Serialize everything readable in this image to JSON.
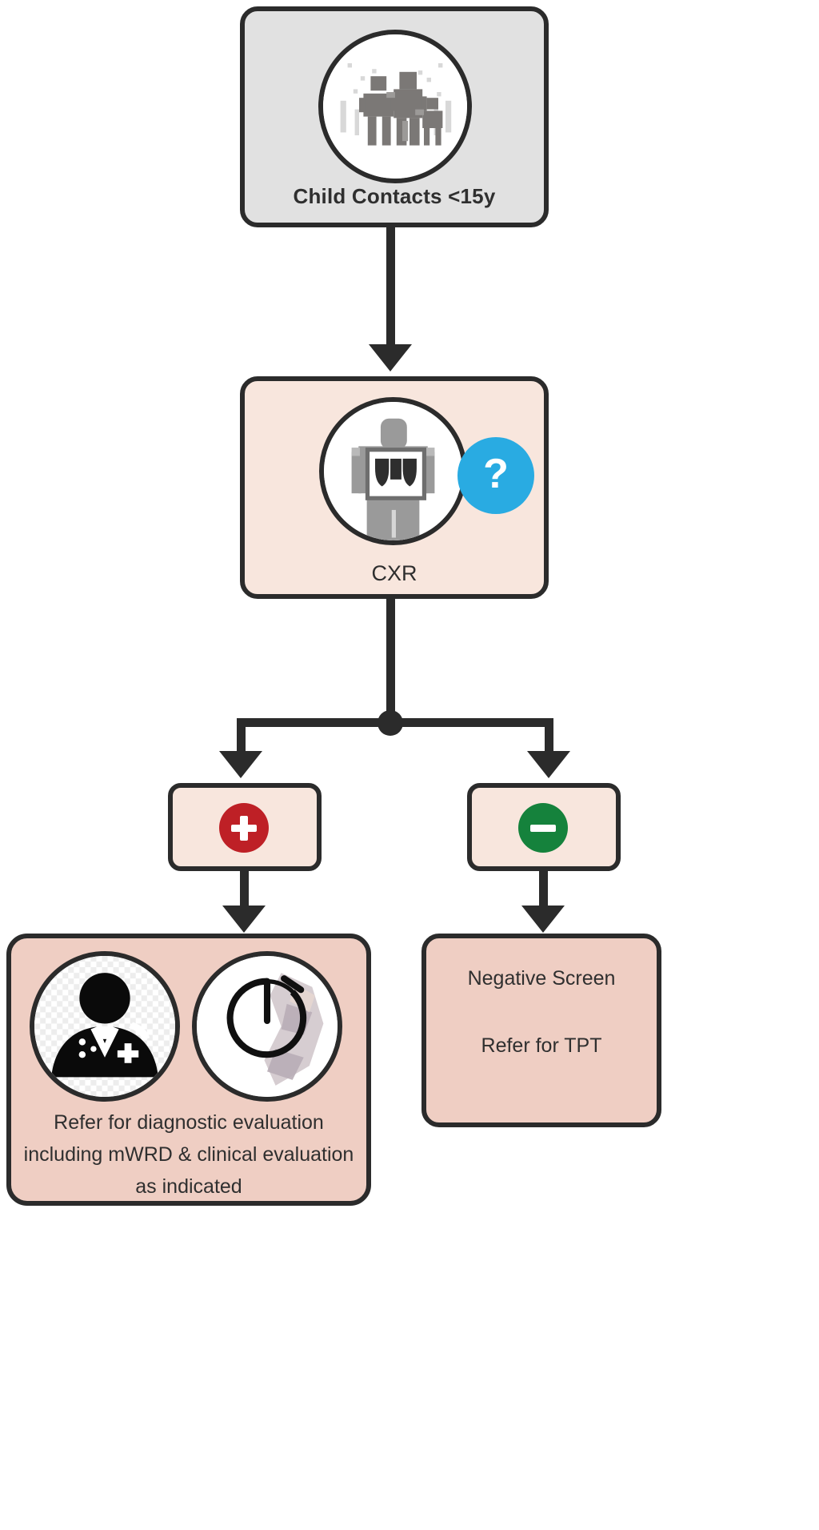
{
  "diagram": {
    "title": "Child Contacts CXR screening algorithm",
    "colors": {
      "outline": "#2b2b2b",
      "gray_fill": "#e1e1e1",
      "peach_fill": "#f8e6dd",
      "peach_dark_fill": "#efcec3",
      "question_blue": "#29abe2",
      "positive_red": "#be2026",
      "negative_green": "#15823c",
      "text": "#2f2f2f"
    },
    "nodes": {
      "start": {
        "label": "Child Contacts <15y",
        "icon": "family-group-icon",
        "fill": "#e1e1e1"
      },
      "cxr": {
        "label": "CXR",
        "icon": "chest-xray-icon",
        "badge": "?",
        "badge_name": "question-badge",
        "fill": "#f8e6dd"
      },
      "positive": {
        "label": "+",
        "badge_name": "positive-badge",
        "fill": "#f8e6dd",
        "badge_color": "#be2026"
      },
      "negative": {
        "label": "−",
        "badge_name": "negative-badge",
        "fill": "#f8e6dd",
        "badge_color": "#15823c"
      },
      "refer_eval": {
        "line1": "Refer for diagnostic evaluation",
        "line2": "including mWRD & clinical evaluation",
        "line3": "as indicated",
        "icon1": "doctor-stethoscope-icon",
        "icon2": "clock-timer-icon",
        "fill": "#efcec3"
      },
      "negative_screen": {
        "line1": "Negative Screen",
        "line2": "Refer for TPT",
        "fill": "#efcec3"
      }
    },
    "edges": [
      {
        "from": "start",
        "to": "cxr",
        "type": "arrow-down"
      },
      {
        "from": "cxr",
        "to": "split",
        "type": "line-down"
      },
      {
        "from": "split",
        "to": "positive",
        "type": "arrow-down-left"
      },
      {
        "from": "split",
        "to": "negative",
        "type": "arrow-down-right"
      },
      {
        "from": "positive",
        "to": "refer_eval",
        "type": "arrow-down"
      },
      {
        "from": "negative",
        "to": "negative_screen",
        "type": "arrow-down"
      }
    ]
  }
}
